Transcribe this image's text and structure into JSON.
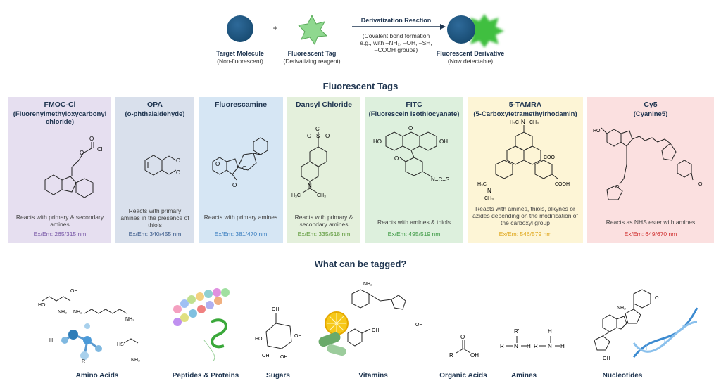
{
  "reaction": {
    "target_title": "Target Molecule",
    "target_sub": "(Non-fluorescent)",
    "plus": "+",
    "tag_title": "Fluorescent Tag",
    "tag_sub": "(Derivatizing reagent)",
    "arrow_title": "Derivatization Reaction",
    "arrow_note_1": "(Covalent bond formation",
    "arrow_note_2": "e.g., with –NH₂, –OH, –SH,",
    "arrow_note_3": "–COOH groups)",
    "deriv_title": "Fluorescent Derivative",
    "deriv_sub": "(Now detectable)"
  },
  "tags_title": "Fluorescent Tags",
  "tags": [
    {
      "name": "FMOC-Cl",
      "sub": "(Fluorenylmethyloxycarbonyl chloride)",
      "desc": "Reacts with primary & secondary amines",
      "exem": "Ex/Em: 265/315 nm",
      "bg": "#e6dff0",
      "color": "#7a5aa8"
    },
    {
      "name": "OPA",
      "sub": "(o-phthalaldehyde)",
      "desc": "Reacts with primary amines in the presence of thiols",
      "exem": "Ex/Em: 340/455 nm",
      "bg": "#d9e0ec",
      "color": "#3a5a8a"
    },
    {
      "name": "Fluorescamine",
      "sub": "",
      "desc": "Reacts with primary amines",
      "exem": "Ex/Em: 381/470 nm",
      "bg": "#d6e6f4",
      "color": "#3b7fc0"
    },
    {
      "name": "Dansyl Chloride",
      "sub": "",
      "desc": "Reacts with primary & secondary amines",
      "exem": "Ex/Em: 335/518 nm",
      "bg": "#e4f0dc",
      "color": "#5f9a3c"
    },
    {
      "name": "FITC",
      "sub": "(Fluorescein Isothiocyanate)",
      "desc": "Reacts with amines & thiols",
      "exem": "Ex/Em: 495/519 nm",
      "bg": "#ddf0dd",
      "color": "#3e9a45"
    },
    {
      "name": "5-TAMRA",
      "sub": "(5-Carboxytetramethylrhodamin)",
      "desc": "Reacts with amines, thiols, alkynes or azides depending on the modification of the carboxyl group",
      "exem": "Ex/Em: 546/579 nm",
      "bg": "#fdf5d6",
      "color": "#e0a820"
    },
    {
      "name": "Cy5",
      "sub": "(Cyanine5)",
      "desc": "Reacts as NHS ester with amines",
      "exem": "Ex/Em: 649/670 nm",
      "bg": "#fbe0e0",
      "color": "#d03030"
    }
  ],
  "chem": {
    "fmoc_cl": "Cl",
    "fmoc_o": "O",
    "dansyl_so": "S",
    "dansyl_cl": "Cl",
    "dansyl_n": "N",
    "h3c": "H₃C",
    "ch3": "CH₃",
    "fitc_ho": "HO",
    "fitc_oh": "OH",
    "fitc_ncs": "N=C=S",
    "cooh": "COOH",
    "coo": "COO",
    "hn": "N",
    "ho": "HO",
    "oh": "OH",
    "nh2": "NH₂",
    "sh": "HS",
    "r": "R",
    "h": "H",
    "o": "O",
    "rprime": "R′"
  },
  "tagged_title": "What can be tagged?",
  "categories": [
    "Amino Acids",
    "Peptides & Proteins",
    "Sugars",
    "Vitamins",
    "Organic Acids",
    "Amines",
    "Nucleotides"
  ],
  "colors": {
    "navy": "#1f4e79",
    "green": "#6fcf6f",
    "heading": "#1f3550"
  }
}
